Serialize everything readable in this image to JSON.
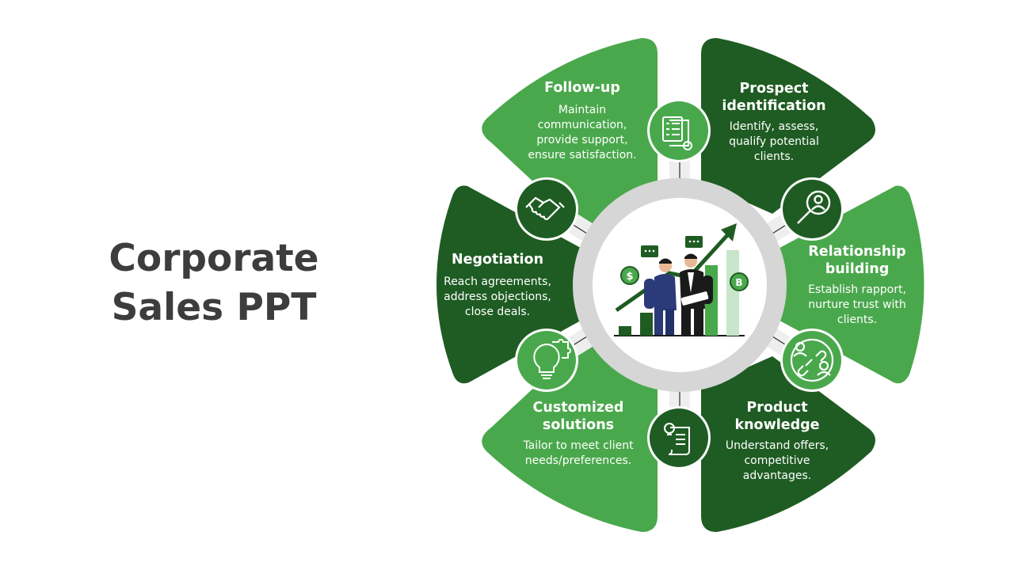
{
  "title": {
    "line1": "Corporate",
    "line2": "Sales PPT"
  },
  "colors": {
    "dark_green": "#1f5c23",
    "light_green": "#4aa84c",
    "ring_grey": "#d6d6d6",
    "title_grey": "#3d3d3d"
  },
  "segments": [
    {
      "key": "follow_up",
      "heading": [
        "Follow-up"
      ],
      "desc": [
        "Maintain",
        "communication,",
        "provide support,",
        "ensure satisfaction."
      ],
      "icon": "checklist-document-icon"
    },
    {
      "key": "prospect",
      "heading": [
        "Prospect",
        "identification"
      ],
      "desc": [
        "Identify, assess,",
        "qualify potential",
        "clients."
      ],
      "icon": "magnifier-person-icon"
    },
    {
      "key": "relationship",
      "heading": [
        "Relationship",
        "building"
      ],
      "desc": [
        "Establish rapport,",
        "nurture trust with",
        "clients."
      ],
      "icon": "people-link-icon"
    },
    {
      "key": "product",
      "heading": [
        "Product",
        "knowledge"
      ],
      "desc": [
        "Understand offers,",
        "competitive",
        "advantages."
      ],
      "icon": "idea-scroll-icon"
    },
    {
      "key": "customized",
      "heading": [
        "Customized",
        "solutions"
      ],
      "desc": [
        "Tailor to meet client",
        "needs/preferences."
      ],
      "icon": "puzzle-bulb-icon"
    },
    {
      "key": "negotiation",
      "heading": [
        "Negotiation"
      ],
      "desc": [
        "Reach agreements,",
        "address objections,",
        "close deals."
      ],
      "icon": "handshake-icon"
    }
  ]
}
